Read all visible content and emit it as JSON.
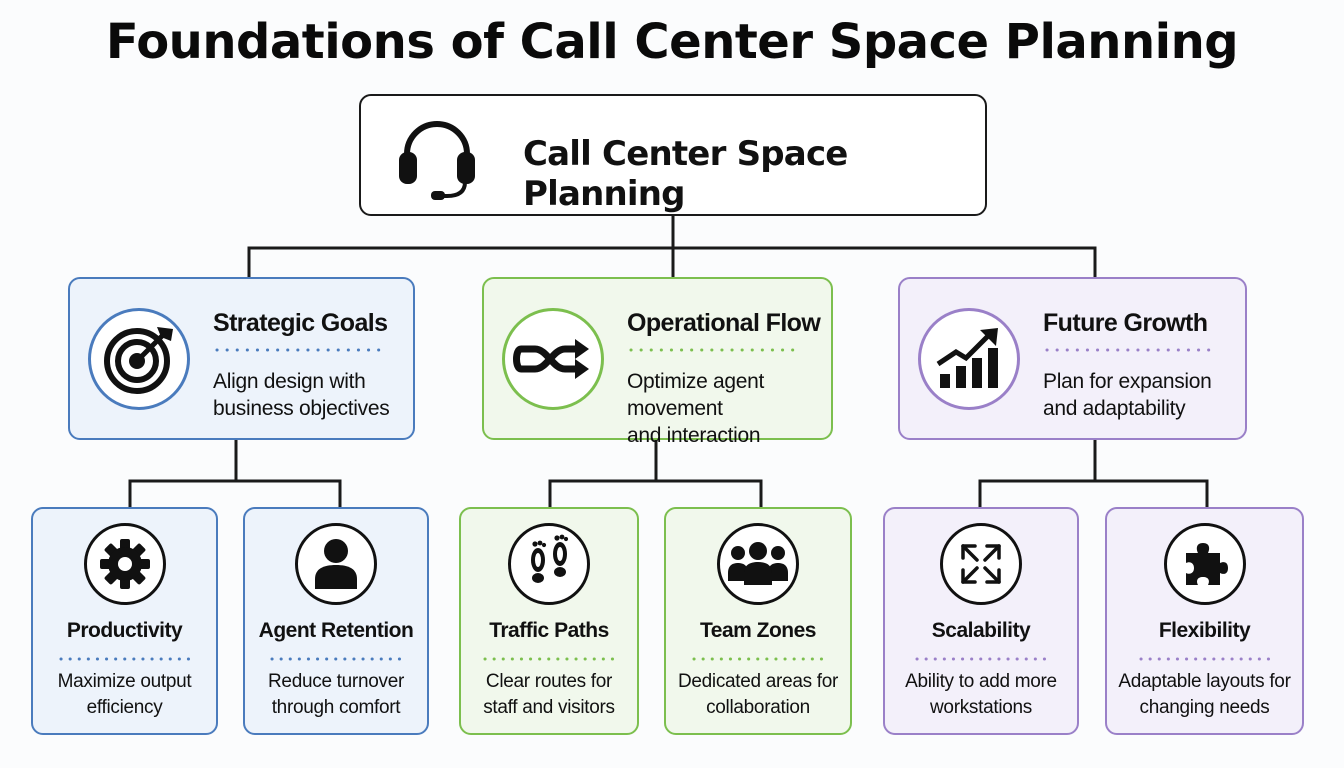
{
  "title": "Foundations of Call Center Space Planning",
  "root": {
    "label": "Call Center Space Planning",
    "icon": "headset-icon"
  },
  "colors": {
    "blue": "#4a7bbd",
    "green": "#7cbf4e",
    "purple": "#9a80c8",
    "connector": "#1a1a1a"
  },
  "categories": [
    {
      "heading": "Strategic Goals",
      "icon": "target-icon",
      "desc": [
        "Align design with",
        "business objectives"
      ],
      "children": [
        {
          "heading": "Productivity",
          "icon": "gear-icon",
          "desc": [
            "Maximize output",
            "efficiency"
          ]
        },
        {
          "heading": "Agent Retention",
          "icon": "person-icon",
          "desc": [
            "Reduce turnover",
            "through comfort"
          ]
        }
      ]
    },
    {
      "heading": "Operational Flow",
      "icon": "shuffle-icon",
      "desc": [
        "Optimize agent movement",
        "and interaction"
      ],
      "children": [
        {
          "heading": "Traffic Paths",
          "icon": "footprints-icon",
          "desc": [
            "Clear routes for",
            "staff and visitors"
          ]
        },
        {
          "heading": "Team Zones",
          "icon": "team-icon",
          "desc": [
            "Dedicated areas for",
            "collaboration"
          ]
        }
      ]
    },
    {
      "heading": "Future Growth",
      "icon": "growth-chart-icon",
      "desc": [
        "Plan for expansion",
        "and adaptability"
      ],
      "children": [
        {
          "heading": "Scalability",
          "icon": "expand-arrows-icon",
          "desc": [
            "Ability to add more",
            "workstations"
          ]
        },
        {
          "heading": "Flexibility",
          "icon": "puzzle-icon",
          "desc": [
            "Adaptable layouts for",
            "changing needs"
          ]
        }
      ]
    }
  ]
}
